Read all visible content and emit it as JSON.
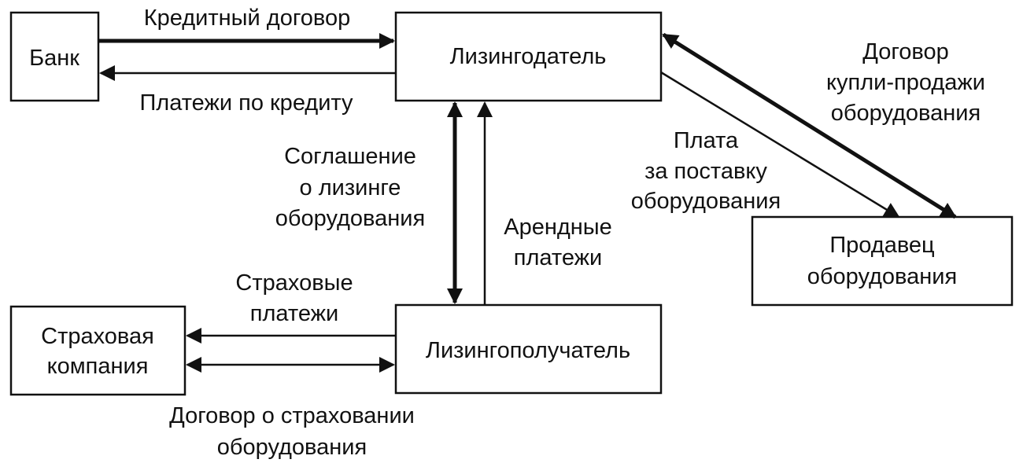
{
  "nodes": {
    "bank": {
      "label": [
        "Банк"
      ]
    },
    "lessor": {
      "label": [
        "Лизингодатель"
      ]
    },
    "seller": {
      "label": [
        "Продавец",
        "оборудования"
      ]
    },
    "insurer": {
      "label": [
        "Страховая",
        "компания"
      ]
    },
    "lessee": {
      "label": [
        "Лизингополучатель"
      ]
    }
  },
  "edges": {
    "credit_agreement": {
      "label": [
        "Кредитный договор"
      ]
    },
    "loan_payments": {
      "label": [
        "Платежи по кредиту"
      ]
    },
    "leasing_agreement": {
      "label": [
        "Соглашение",
        "о лизинге",
        "оборудования"
      ]
    },
    "lease_payments": {
      "label": [
        "Арендные",
        "платежи"
      ]
    },
    "purchase_agreement": {
      "label": [
        "Договор",
        "купли-продажи",
        "оборудования"
      ]
    },
    "supply_payment": {
      "label": [
        "Плата",
        "за поставку",
        "оборудования"
      ]
    },
    "insurance_payments": {
      "label": [
        "Страховые",
        "платежи"
      ]
    },
    "insurance_agreement": {
      "label": [
        "Договор о страховании",
        "оборудования"
      ]
    }
  }
}
